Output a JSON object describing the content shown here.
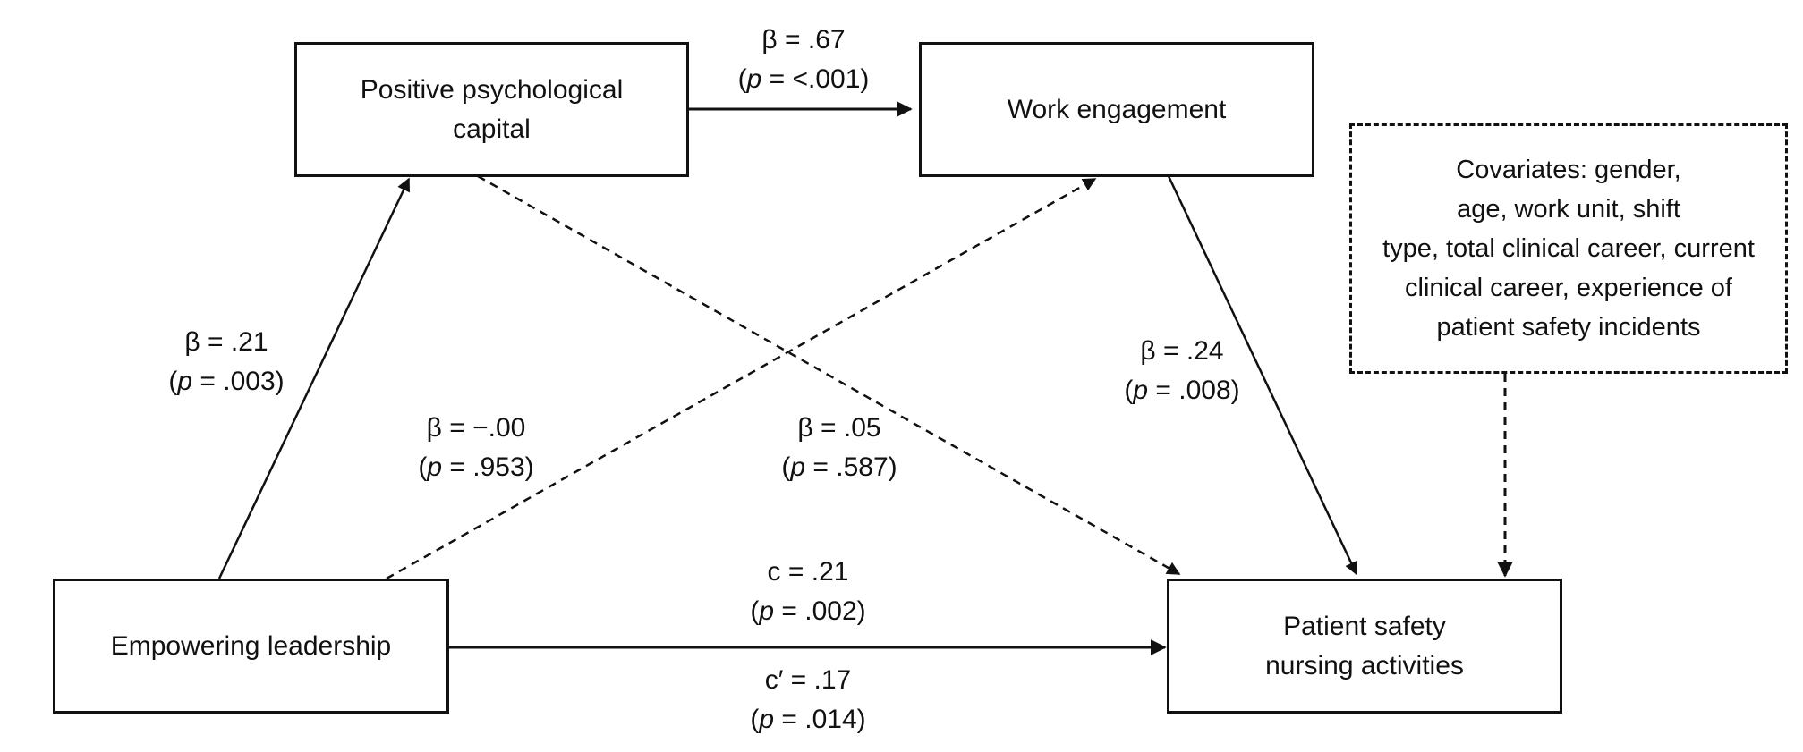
{
  "nodes": {
    "psycap": {
      "lines": [
        "Positive psychological",
        "capital"
      ]
    },
    "engagement": {
      "lines": [
        "Work engagement"
      ]
    },
    "leadership": {
      "lines": [
        "Empowering leadership"
      ]
    },
    "safety": {
      "lines": [
        "Patient safety",
        "nursing activities"
      ]
    },
    "covariates": {
      "lines": [
        "Covariates: gender,",
        "age, work unit, shift",
        "type, total clinical career, current",
        "clinical career, experience of",
        "patient safety incidents"
      ]
    }
  },
  "edges": {
    "psycap_to_engagement": {
      "coef": "β = .67",
      "p_prefix": "(",
      "p_italic": "p",
      "p_rest": " = <.001)"
    },
    "leadership_to_psycap": {
      "coef": "β = .21",
      "p_prefix": "(",
      "p_italic": "p",
      "p_rest": " = .003)"
    },
    "engagement_to_safety": {
      "coef": "β = .24",
      "p_prefix": "(",
      "p_italic": "p",
      "p_rest": " = .008)"
    },
    "leadership_to_engagement": {
      "coef": "β = −.00",
      "p_prefix": "(",
      "p_italic": "p",
      "p_rest": " = .953)"
    },
    "psycap_to_safety": {
      "coef": "β = .05",
      "p_prefix": "(",
      "p_italic": "p",
      "p_rest": " = .587)"
    },
    "total_effect": {
      "coef": "c = .21",
      "p_prefix": "(",
      "p_italic": "p",
      "p_rest": " = .002)"
    },
    "direct_effect": {
      "coef": "c′ = .17",
      "p_prefix": "(",
      "p_italic": "p",
      "p_rest": " = .014)"
    }
  }
}
